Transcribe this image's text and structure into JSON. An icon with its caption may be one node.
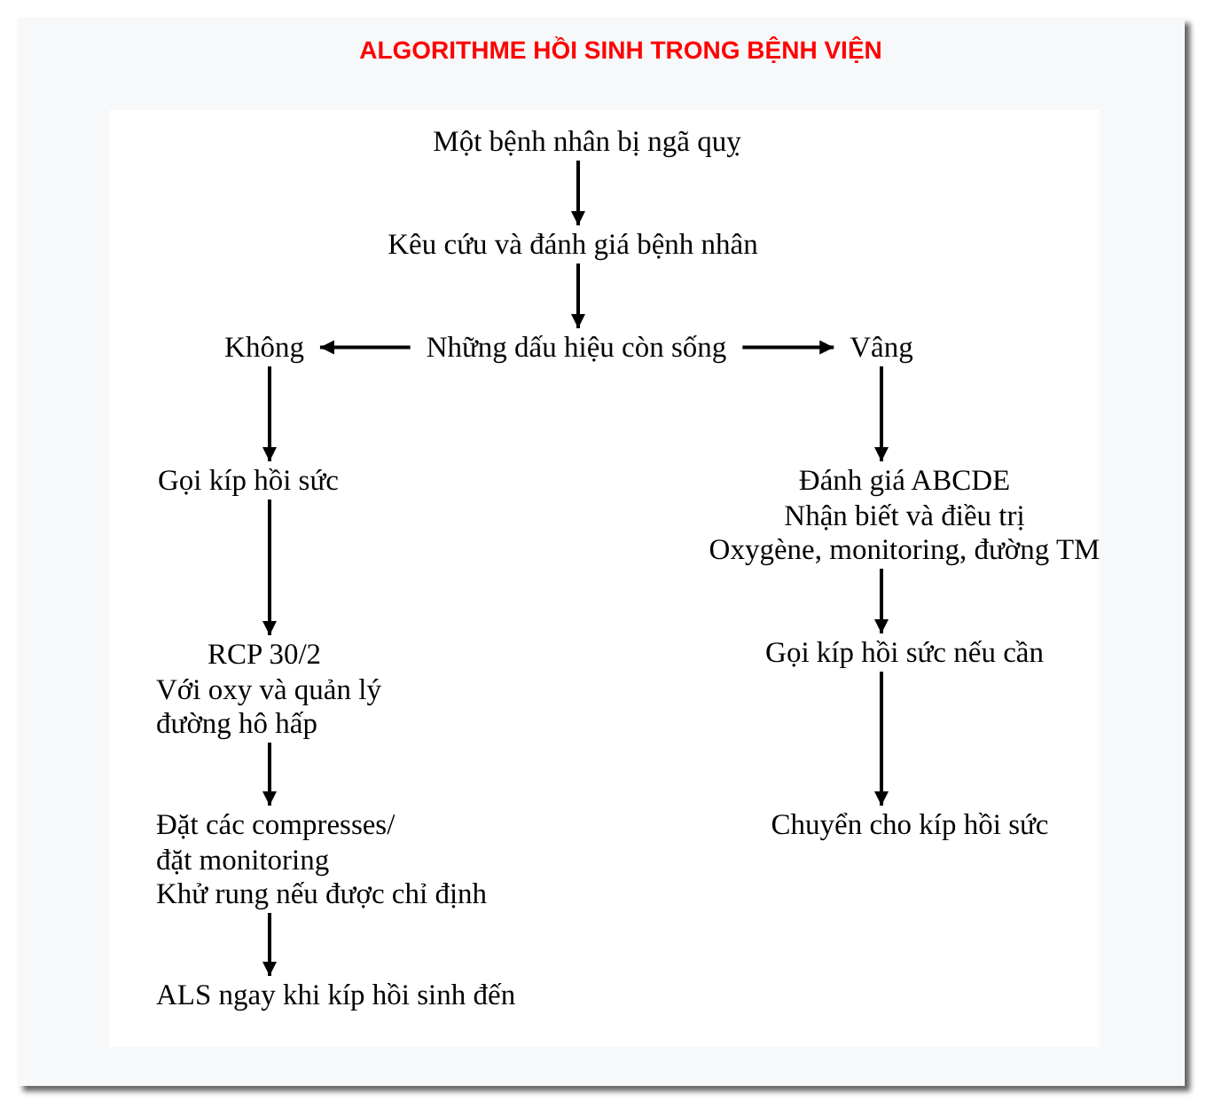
{
  "diagram": {
    "title": "ALGORITHME HỒI SINH TRONG BỆNH VIỆN",
    "nodes": [
      {
        "text": [
          "Một bệnh nhân bị ngã quỵ"
        ]
      },
      {
        "text": [
          "Kêu cứu và đánh giá bệnh nhân"
        ]
      },
      {
        "text": [
          "Không"
        ]
      },
      {
        "text": [
          "Những dấu hiệu còn sống"
        ]
      },
      {
        "text": [
          "Vâng"
        ]
      },
      {
        "text": [
          "Gọi kíp hồi sức"
        ]
      },
      {
        "text": [
          "Đánh giá ABCDE",
          "Nhận biết và điều trị",
          "Oxygène, monitoring, đường TM"
        ]
      },
      {
        "text": [
          "RCP 30/2",
          "Với oxy và quản lý đường hô hấp"
        ]
      },
      {
        "text": [
          "Gọi kíp hồi sức nếu cần"
        ]
      },
      {
        "text": [
          "Đặt các compresses/ đặt monitoring",
          "Khử rung nếu được chỉ định"
        ]
      },
      {
        "text": [
          "Chuyển cho kíp hồi sức"
        ]
      },
      {
        "text": [
          "ALS ngay khi kíp hồi sinh đến"
        ]
      }
    ],
    "edges": [
      {
        "from": 0,
        "to": 1,
        "arrow": "to"
      },
      {
        "from": 1,
        "to": 3,
        "arrow": "to"
      },
      {
        "from": 3,
        "to": 2,
        "arrow": "to"
      },
      {
        "from": 3,
        "to": 4,
        "arrow": "to"
      },
      {
        "from": 2,
        "to": 5,
        "arrow": "to"
      },
      {
        "from": 4,
        "to": 6,
        "arrow": "to"
      },
      {
        "from": 5,
        "to": 7,
        "arrow": "to"
      },
      {
        "from": 6,
        "to": 8,
        "arrow": "to"
      },
      {
        "from": 7,
        "to": 9,
        "arrow": "to"
      },
      {
        "from": 8,
        "to": 10,
        "arrow": "to"
      },
      {
        "from": 9,
        "to": 11,
        "arrow": "to"
      }
    ]
  }
}
